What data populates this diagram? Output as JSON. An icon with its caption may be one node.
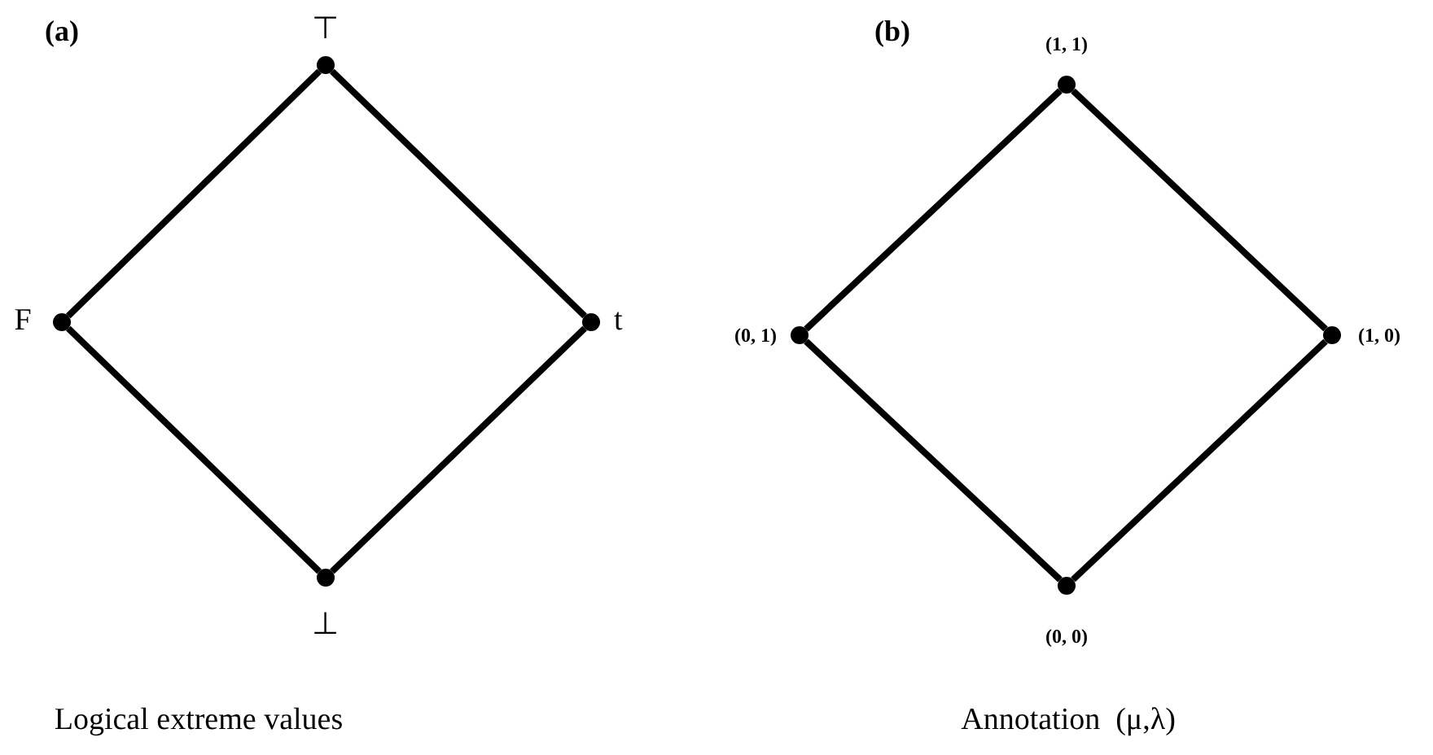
{
  "diagram": {
    "nodes": [
      {
        "text": [],
        "shape": "circle",
        "beside": [
          "⊤"
        ]
      },
      {
        "text": [],
        "shape": "circle",
        "beside": [
          "F"
        ]
      },
      {
        "text": [],
        "shape": "circle",
        "beside": [
          "t"
        ]
      },
      {
        "text": [],
        "shape": "circle",
        "beside": [
          "⊥"
        ]
      },
      {
        "text": [],
        "shape": "circle",
        "beside": [
          "(1, 1)"
        ]
      },
      {
        "text": [],
        "shape": "circle",
        "beside": [
          "(0, 1)"
        ]
      },
      {
        "text": [],
        "shape": "circle",
        "beside": [
          "(1, 0)"
        ]
      },
      {
        "text": [],
        "shape": "circle",
        "beside": [
          "(0, 0)"
        ]
      }
    ],
    "edges": [
      {
        "from": 0,
        "to": 1,
        "arrow": "none"
      },
      {
        "from": 0,
        "to": 2,
        "arrow": "none"
      },
      {
        "from": 1,
        "to": 3,
        "arrow": "none"
      },
      {
        "from": 2,
        "to": 3,
        "arrow": "none"
      },
      {
        "from": 4,
        "to": 5,
        "arrow": "none"
      },
      {
        "from": 4,
        "to": 6,
        "arrow": "none"
      },
      {
        "from": 5,
        "to": 7,
        "arrow": "none"
      },
      {
        "from": 6,
        "to": 7,
        "arrow": "none"
      }
    ],
    "labels": [
      "(a)",
      "(b)",
      "Logical extreme values",
      "Annotation  (μ,λ)"
    ]
  }
}
